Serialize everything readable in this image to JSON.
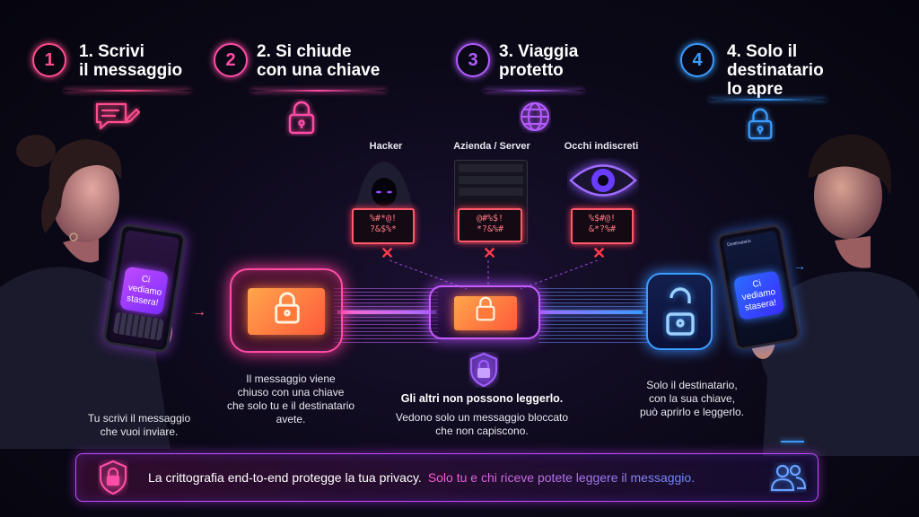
{
  "steps": [
    {
      "num": "1",
      "title1": "1. Scrivi",
      "title2": "il messaggio",
      "title3": "",
      "color": "#ff4d8d"
    },
    {
      "num": "2",
      "title1": "2. Si chiude",
      "title2": "con una chiave",
      "title3": "",
      "color": "#ff4da6"
    },
    {
      "num": "3",
      "title1": "3. Viaggia",
      "title2": "protetto",
      "title3": "",
      "color": "#b45cff"
    },
    {
      "num": "4",
      "title1": "4. Solo il",
      "title2": "destinatario",
      "title3": "lo apre",
      "color": "#3a9cff"
    }
  ],
  "observers": [
    {
      "label": "Hacker",
      "screen1": "%#*@!",
      "screen2": "?&$%*"
    },
    {
      "label": "Azienda / Server",
      "screen1": "@#%$!",
      "screen2": "*?&%#"
    },
    {
      "label": "Occhi indiscreti",
      "screen1": "%$#@!",
      "screen2": "&*?%#"
    }
  ],
  "phones": {
    "sender_bubble": "Ci vediamo stasera!",
    "receiver_bubble": "Ci vediamo stasera!",
    "receiver_header": "Destinatario"
  },
  "captions": {
    "sender": [
      "Tu scrivi il messaggio",
      "che vuoi inviare."
    ],
    "lock": [
      "Il messaggio viene",
      "chiuso con una chiave",
      "che solo tu e il destinatario",
      "avete."
    ],
    "middle_bold": "Gli altri non possono leggerlo.",
    "middle": [
      "Vedono solo un messaggio bloccato",
      "che non capiscono."
    ],
    "receiver": [
      "Solo il destinatario,",
      "con la sua chiave,",
      "può aprirlo e leggerlo."
    ]
  },
  "bottom": {
    "text1": "La crittografia end-to-end protegge la tua privacy.",
    "text2": "Solo tu e chi riceve potete leggere il messaggio."
  },
  "colors": {
    "pink": "#ff4d8d",
    "magenta": "#ff4da6",
    "purple": "#b45cff",
    "blue": "#3a9cff",
    "danger": "#ff3a4a",
    "orange": "#ff7a3a"
  }
}
